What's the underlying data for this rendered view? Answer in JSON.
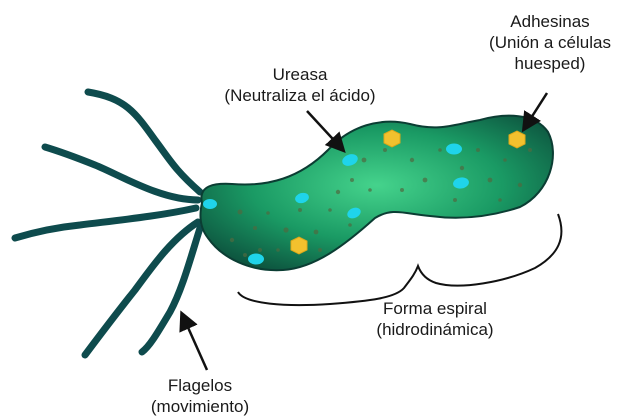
{
  "labels": {
    "ureasa": {
      "title": "Ureasa",
      "subtitle": "(Neutraliza el ácido)"
    },
    "adhesinas": {
      "title": "Adhesinas",
      "line2": "(Unión a células",
      "line3": "huesped)"
    },
    "forma": {
      "title": "Forma espiral",
      "subtitle": "(hidrodinámica)"
    },
    "flagelos": {
      "title": "Flagelos",
      "subtitle": "(movimiento)"
    }
  },
  "colors": {
    "flagella": "#0e4b4d",
    "body_dark": "#0d4a3a",
    "body_mid": "#148a5c",
    "body_light": "#3fcc86",
    "ureasa_dots": "#1fd4ea",
    "adhesina_hexagons": "#f2c12e",
    "granules": "#4f6a40",
    "arrows": "#111111",
    "text": "#1a1a1a"
  }
}
